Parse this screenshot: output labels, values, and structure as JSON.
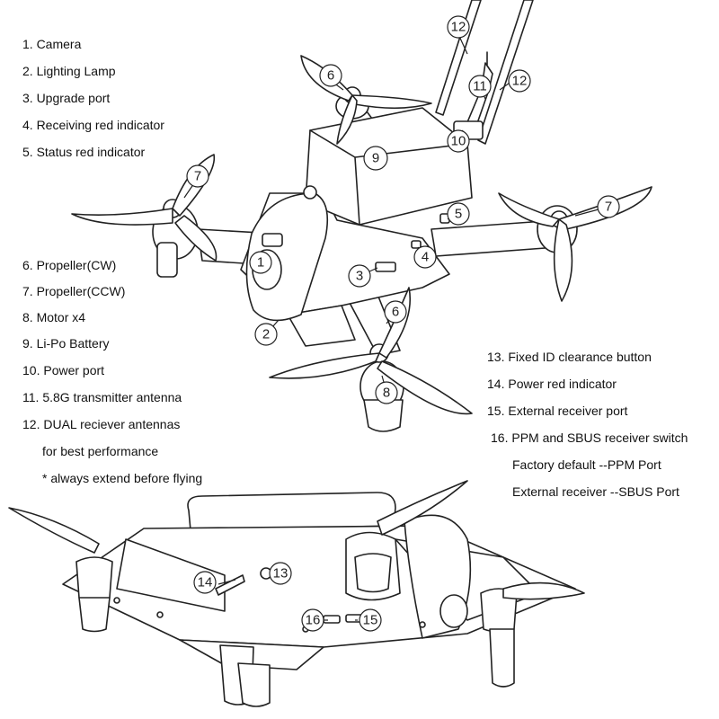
{
  "legend_left": [
    "1. Camera",
    "2. Lighting Lamp",
    "3. Upgrade port",
    "4. Receiving red indicator",
    "5. Status red indicator"
  ],
  "legend_mid": [
    "6. Propeller(CW)",
    "7. Propeller(CCW)",
    "8. Motor x4",
    "9. Li-Po Battery",
    "10. Power port",
    "11. 5.8G transmitter antenna",
    "12. DUAL reciever antennas",
    "for best performance",
    "* always extend before flying"
  ],
  "legend_right": [
    "13. Fixed ID clearance button",
    "14. Power red indicator",
    "15. External receiver port",
    "16. PPM and SBUS receiver switch",
    "Factory default --PPM Port",
    "External receiver --SBUS Port"
  ],
  "callouts_top": [
    "12",
    "12",
    "11",
    "10",
    "9",
    "6",
    "7",
    "7",
    "5",
    "4",
    "3",
    "1",
    "2",
    "6",
    "8"
  ],
  "callouts_bottom": [
    "14",
    "13",
    "16",
    "15"
  ]
}
